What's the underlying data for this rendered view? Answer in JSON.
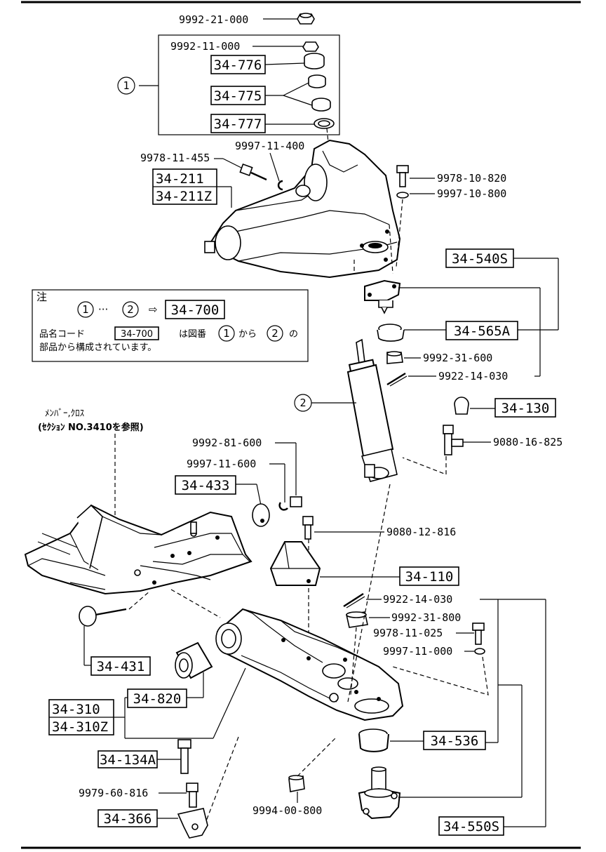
{
  "labels": {
    "nut_top": "9992-21-000",
    "nut_kit": "9992-11-000",
    "bushing_776": "34-776",
    "bushing_775": "34-775",
    "washer_777": "34-777",
    "kit_callout": "1",
    "bolt_455": "9978-11-455",
    "clip_400": "9997-11-400",
    "arm_upper_a": "34-211",
    "arm_upper_b": "34-211Z",
    "bolt_820": "9978-10-820",
    "washer_800": "9997-10-800",
    "ball_upper": "34-540S",
    "boot_565": "34-565A",
    "nut_31_600": "9992-31-600",
    "pin_030_a": "9922-14-030",
    "shock_callout": "2",
    "bumper_130": "34-130",
    "bolt_825": "9080-16-825",
    "nut_81_600": "9992-81-600",
    "washer_11_600": "9997-11-600",
    "plate_433": "34-433",
    "bolt_816": "9080-12-816",
    "stopper_110": "34-110",
    "pin_030_b": "9922-14-030",
    "nut_31_800": "9992-31-800",
    "bolt_025": "9978-11-025",
    "washer_11_000": "9997-11-000",
    "bolt_431": "34-431",
    "bushing_820": "34-820",
    "arm_lower_a": "34-310",
    "arm_lower_b": "34-310Z",
    "boot_536": "34-536",
    "bolt_134": "34-134A",
    "bolt_9979": "9979-60-816",
    "bracket_366": "34-366",
    "nut_9994": "9994-00-800",
    "ball_lower": "34-550S"
  },
  "note": {
    "title": "注",
    "c1": "1",
    "dots": "···",
    "c2": "2",
    "arrow": "⇨",
    "assembly": "34-700",
    "line2_a": "品名コード",
    "line2_code": "34-700",
    "line2_b": "は図番",
    "line2_c1": "1",
    "line2_c": "から",
    "line2_c2": "2",
    "line2_d": "の",
    "line3": "部品から構成されています。"
  },
  "member": {
    "line1": "ﾒﾝﾊﾞｰ,ｸﾛｽ",
    "line2": "(ｾｸｼｮﾝ NO.3410を参照)"
  }
}
